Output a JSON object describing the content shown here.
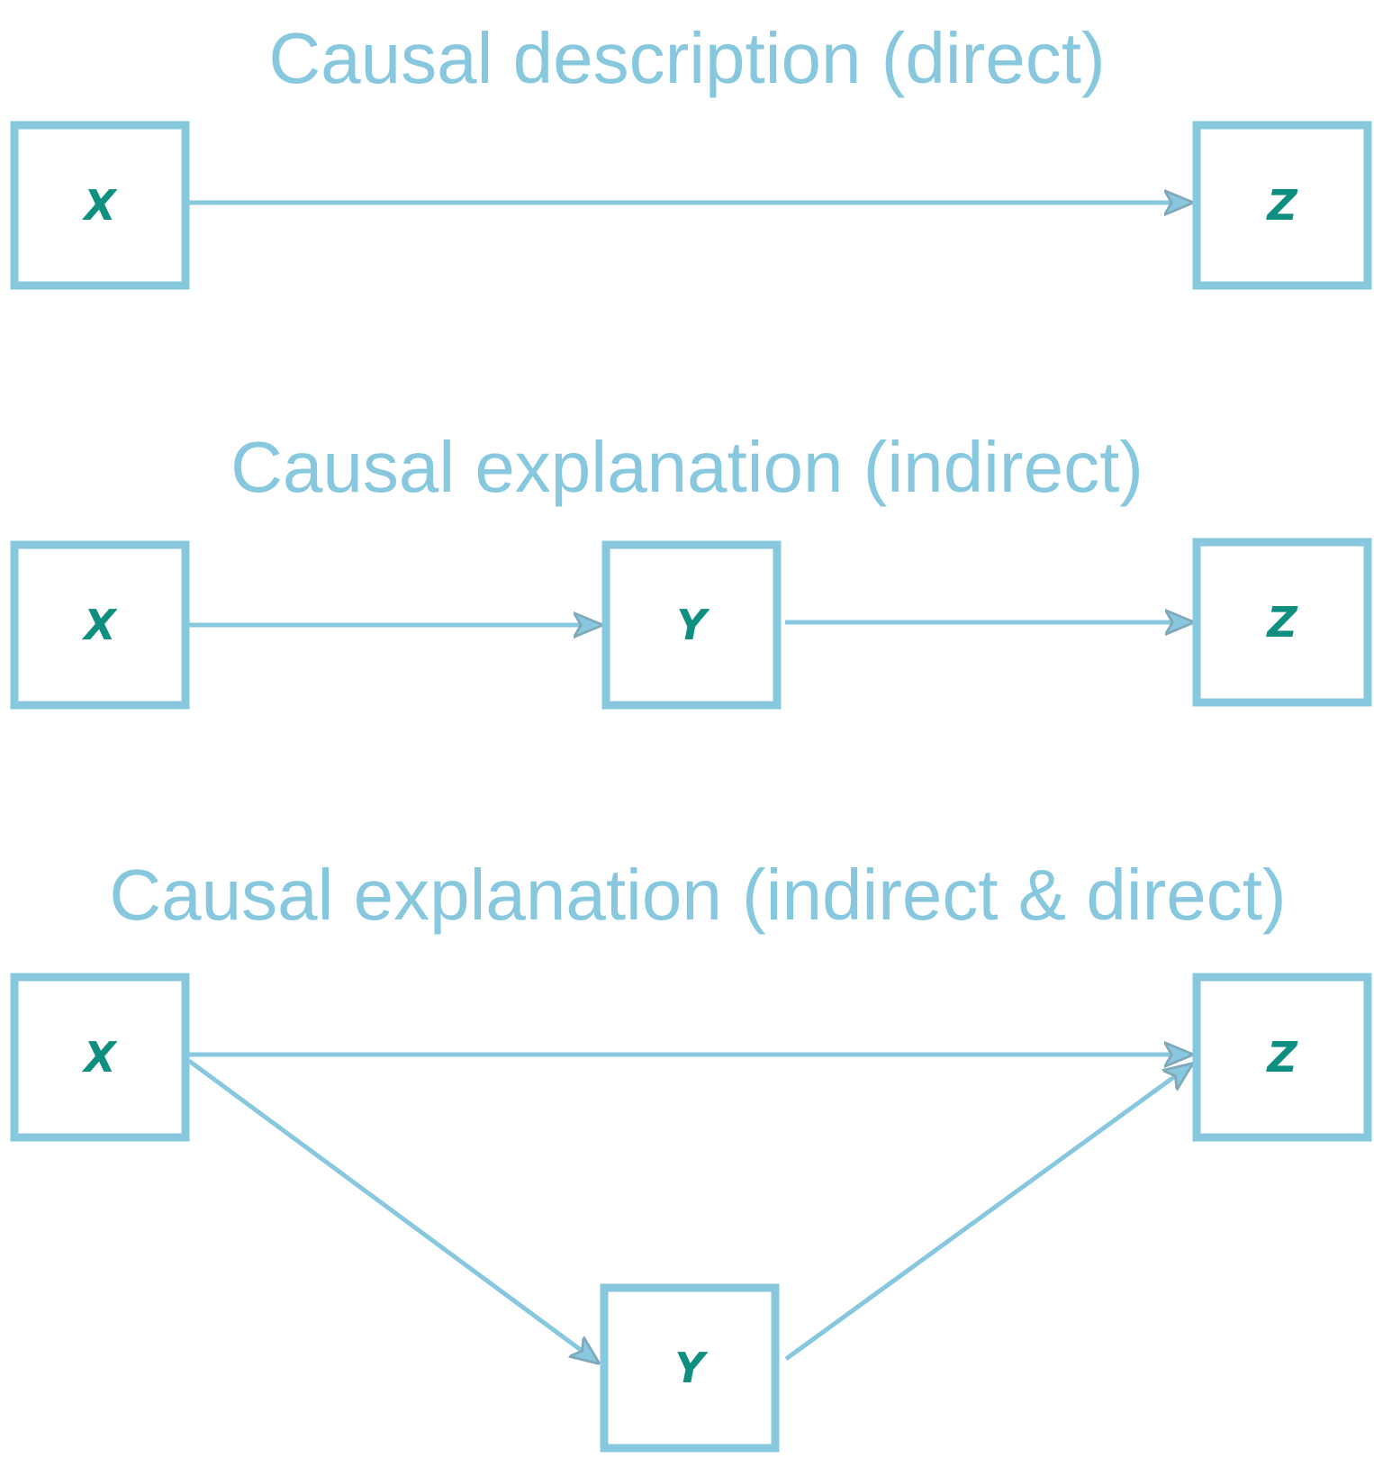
{
  "colors": {
    "title": "#87c8df",
    "box_border": "#87c8df",
    "arrow": "#87c8df",
    "node_label": "#0f8f80",
    "background": "#ffffff"
  },
  "panels": [
    {
      "title": "Causal description (direct)",
      "nodes": [
        {
          "id": "x",
          "label": "X"
        },
        {
          "id": "z",
          "label": "Z"
        }
      ],
      "edges": [
        {
          "from": "X",
          "to": "Z"
        }
      ]
    },
    {
      "title": "Causal explanation (indirect)",
      "nodes": [
        {
          "id": "x",
          "label": "X"
        },
        {
          "id": "y",
          "label": "Y"
        },
        {
          "id": "z",
          "label": "Z"
        }
      ],
      "edges": [
        {
          "from": "X",
          "to": "Y"
        },
        {
          "from": "Y",
          "to": "Z"
        }
      ]
    },
    {
      "title": "Causal explanation (indirect & direct)",
      "nodes": [
        {
          "id": "x",
          "label": "X"
        },
        {
          "id": "y",
          "label": "Y"
        },
        {
          "id": "z",
          "label": "Z"
        }
      ],
      "edges": [
        {
          "from": "X",
          "to": "Z"
        },
        {
          "from": "X",
          "to": "Y"
        },
        {
          "from": "Y",
          "to": "Z"
        }
      ]
    }
  ]
}
